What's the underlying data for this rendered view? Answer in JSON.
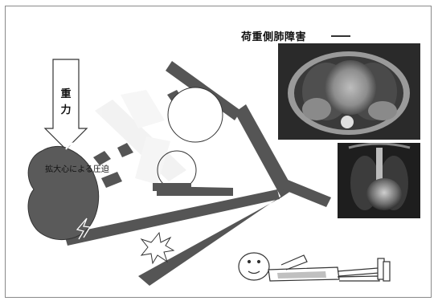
{
  "labels": {
    "gravity": "重力",
    "enlarged_heart_compression": "拡大心による圧迫",
    "title": "荷重側肺障害"
  },
  "icons": {
    "gravity_arrow": "down-arrow-icon",
    "heart": "heart-shape",
    "compression": "lightning-icon",
    "patient": "lying-person-icon"
  },
  "colors": {
    "bronchus": "#555555",
    "heart": "#5a5a5a",
    "frame": "#8a8a8a",
    "photo_dark": "#2a2a2a"
  }
}
